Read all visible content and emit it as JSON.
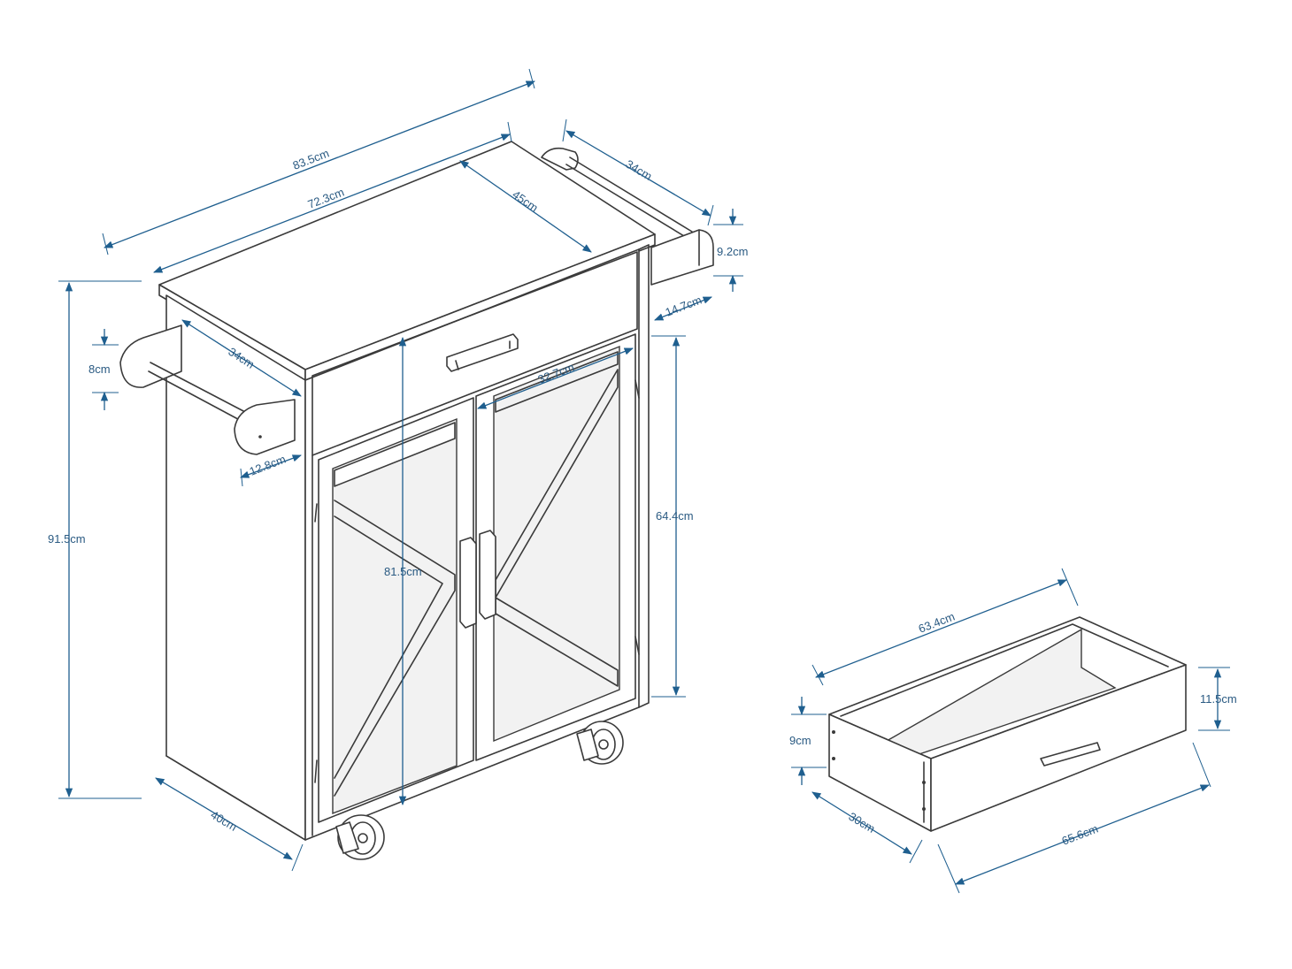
{
  "colors": {
    "dimension": "#1f5f8f",
    "label": "#2a5a82",
    "outline": "#3a3a3a"
  },
  "cabinet_dimensions": {
    "total_width": "83.5cm",
    "top_width": "72.3cm",
    "top_depth": "45cm",
    "right_rail_length": "34cm",
    "right_rail_height": "9.2cm",
    "right_rail_offset": "14.7cm",
    "left_rail_length": "34cm",
    "left_rail_height": "8cm",
    "left_rail_offset": "12.8cm",
    "inner_door_width": "32.7cm",
    "total_height": "91.5cm",
    "inner_height": "81.5cm",
    "door_height": "64.4cm",
    "base_depth": "40cm"
  },
  "drawer_dimensions": {
    "inner_length": "63.4cm",
    "height": "11.5cm",
    "inner_height": "9cm",
    "depth": "30cm",
    "outer_length": "65.6cm"
  }
}
